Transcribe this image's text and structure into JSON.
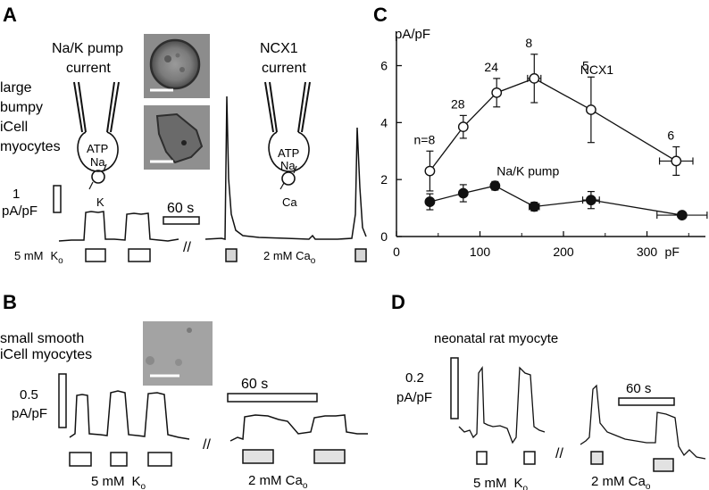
{
  "figure": {
    "panel_letters": [
      "A",
      "B",
      "C",
      "D"
    ],
    "panel_a": {
      "pump_title_1": "Na/K pump",
      "pump_title_2": "current",
      "ncx_title_1": "NCX1",
      "ncx_title_2": "current",
      "cell_label": [
        "large",
        "bumpy",
        "iCell",
        "myocytes"
      ],
      "scale_1": "1",
      "scale_2": "pA/pF",
      "time_scale": "60 s",
      "atp": "ATP",
      "na": "Na",
      "k": "K",
      "ca": "Ca",
      "ko_text": "5 mM",
      "ko_sym": "K",
      "ko_sub": "o",
      "cao_text": "2 mM Ca",
      "cao_sub": "o",
      "break_mark": "//"
    },
    "panel_b": {
      "cell_label": [
        "small smooth",
        "iCell myocytes"
      ],
      "scale_1": "0.5",
      "scale_2": "pA/pF",
      "time_scale": "60 s",
      "ko_text": "5 mM",
      "ko_sym": "K",
      "ko_sub": "o",
      "cao_text": "2 mM Ca",
      "cao_sub": "o",
      "break_mark": "//"
    },
    "panel_d": {
      "title": "neonatal rat myocyte",
      "scale_1": "0.2",
      "scale_2": "pA/pF",
      "time_scale": "60 s",
      "ko_text": "5 mM",
      "ko_sym": "K",
      "ko_sub": "o",
      "cao_text": "2 mM Ca",
      "cao_sub": "o",
      "break_mark": "//"
    }
  },
  "chart_data": {
    "type": "line",
    "ylabel": "pA/pF",
    "xtick_unit": "pF",
    "xlim": [
      0,
      370
    ],
    "ylim": [
      0,
      6.8
    ],
    "xticks": [
      0,
      100,
      200,
      300
    ],
    "yticks": [
      0,
      2,
      4,
      6
    ],
    "series": [
      {
        "name": "NCX1",
        "marker": "open-circle",
        "points": [
          {
            "x": 40,
            "y": 2.3,
            "xerr": 0,
            "yerr": 0.7,
            "n": "n=8"
          },
          {
            "x": 80,
            "y": 3.85,
            "xerr": 0,
            "yerr": 0.4,
            "n": "28"
          },
          {
            "x": 120,
            "y": 5.05,
            "xerr": 0,
            "yerr": 0.5,
            "n": "24"
          },
          {
            "x": 165,
            "y": 5.55,
            "xerr": 8,
            "yerr": 0.85,
            "n": "8"
          },
          {
            "x": 233,
            "y": 4.45,
            "xerr": 4,
            "yerr": 1.15,
            "n": "5"
          },
          {
            "x": 335,
            "y": 2.65,
            "xerr": 20,
            "yerr": 0.5,
            "n": "6"
          }
        ]
      },
      {
        "name": "Na/K pump",
        "marker": "filled-circle",
        "points": [
          {
            "x": 40,
            "y": 1.22,
            "xerr": 0,
            "yerr": 0.28
          },
          {
            "x": 80,
            "y": 1.52,
            "xerr": 0,
            "yerr": 0.3
          },
          {
            "x": 118,
            "y": 1.78,
            "xerr": 0,
            "yerr": 0.15
          },
          {
            "x": 165,
            "y": 1.05,
            "xerr": 6,
            "yerr": 0.15
          },
          {
            "x": 233,
            "y": 1.28,
            "xerr": 10,
            "yerr": 0.3
          },
          {
            "x": 342,
            "y": 0.75,
            "xerr": 30,
            "yerr": 0
          }
        ]
      }
    ]
  }
}
